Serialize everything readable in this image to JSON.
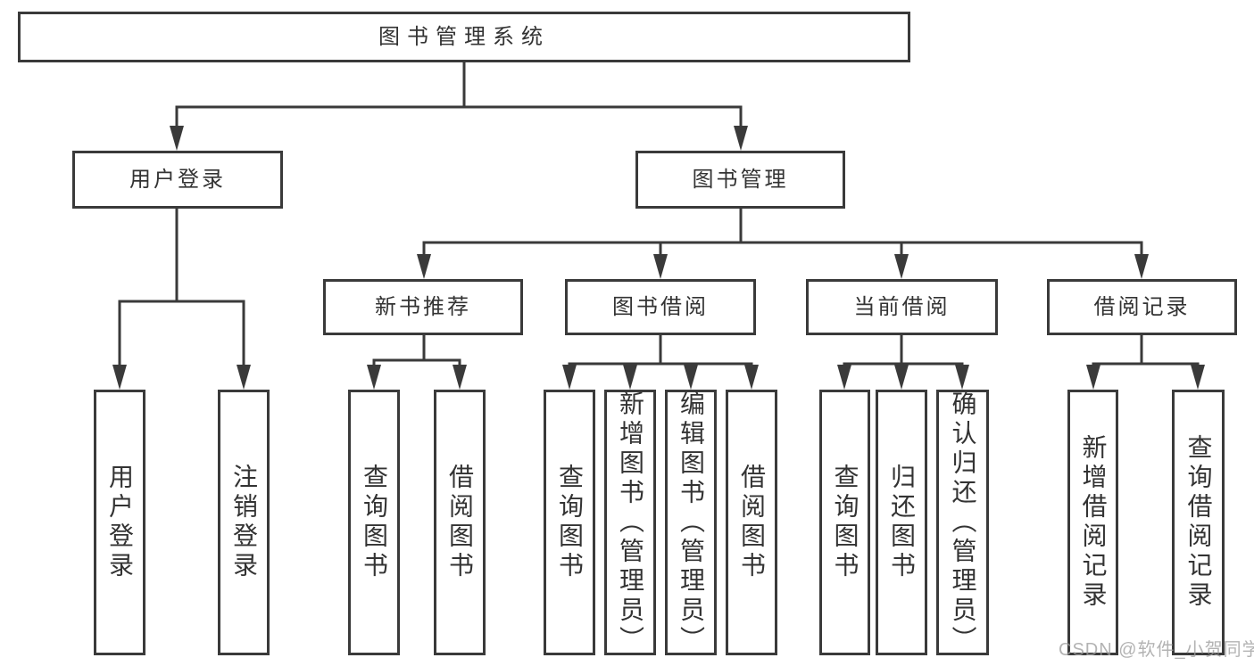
{
  "diagram_type": "hierarchy-tree",
  "tree": {
    "label": "图书管理系统",
    "children": [
      {
        "label": "用户登录",
        "children": [
          {
            "label": "用户登录"
          },
          {
            "label": "注销登录"
          }
        ]
      },
      {
        "label": "图书管理",
        "children": [
          {
            "label": "新书推荐",
            "children": [
              {
                "label": "查询图书"
              },
              {
                "label": "借阅图书"
              }
            ]
          },
          {
            "label": "图书借阅",
            "children": [
              {
                "label": "查询图书"
              },
              {
                "label": "新增图书（管理员）"
              },
              {
                "label": "编辑图书（管理员）"
              },
              {
                "label": "借阅图书"
              }
            ]
          },
          {
            "label": "当前借阅",
            "children": [
              {
                "label": "查询图书"
              },
              {
                "label": "归还图书"
              },
              {
                "label": "确认归还（管理员）"
              }
            ]
          },
          {
            "label": "借阅记录",
            "children": [
              {
                "label": "新增借阅记录"
              },
              {
                "label": "查询借阅记录"
              }
            ]
          }
        ]
      }
    ]
  },
  "watermark": {
    "text": "CSDN @软件_小贺同学"
  },
  "colors": {
    "background": "#ffffff",
    "line": "#3a3a3a",
    "box_border": "#3a3a3a",
    "text": "#333333",
    "watermark": "#9e9e9e"
  }
}
